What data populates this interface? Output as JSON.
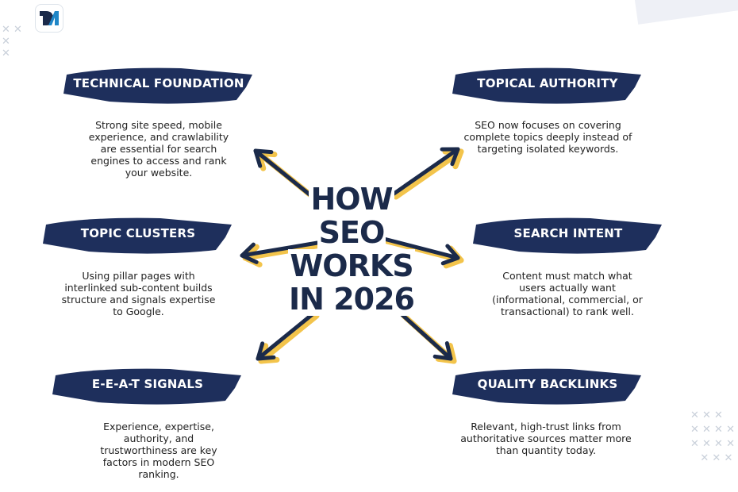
{
  "logo": {
    "text": "DM",
    "icon": "dm-logo"
  },
  "title": [
    "HOW",
    "SEO",
    "WORKS",
    "IN 2026"
  ],
  "colors": {
    "navy": "#1b2a4a",
    "yellow": "#f3c44b",
    "text": "#222222"
  },
  "items": [
    {
      "heading": "TECHNICAL FOUNDATION",
      "description": "Strong site speed, mobile experience, and crawlability are essential for search engines to access and rank your website."
    },
    {
      "heading": "TOPICAL AUTHORITY",
      "description": "SEO now focuses on covering complete topics deeply instead of targeting isolated keywords."
    },
    {
      "heading": "TOPIC CLUSTERS",
      "description": "Using pillar pages with interlinked sub-content builds structure and signals expertise to Google."
    },
    {
      "heading": "SEARCH INTENT",
      "description": "Content must match what users actually want (informational, commercial, or transactional) to rank well."
    },
    {
      "heading": "E-E-A-T SIGNALS",
      "description": "Experience, expertise, authority, and trustworthiness are key factors in modern SEO ranking."
    },
    {
      "heading": "QUALITY BACKLINKS",
      "description": "Relevant, high-trust links from authoritative sources matter more than quantity today."
    }
  ]
}
